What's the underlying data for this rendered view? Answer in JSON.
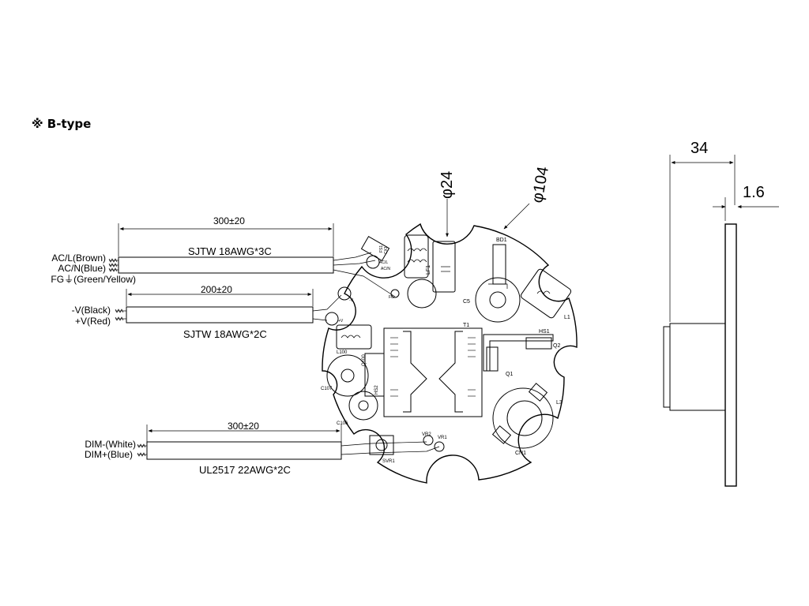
{
  "title": "※ B-type",
  "dimensions": {
    "diameter_outer": "φ104",
    "diameter_notch": "φ24",
    "height": "34",
    "thickness": "1.6",
    "cable_ac_length": "300±20",
    "cable_dc_length": "200±20",
    "cable_dim_length": "300±20"
  },
  "cables": {
    "ac_type": "SJTW 18AWG*3C",
    "dc_type": "SJTW 18AWG*2C",
    "dim_type": "UL2517 22AWG*2C"
  },
  "wires": {
    "ac_l": "AC/L(Brown)",
    "ac_n": "AC/N(Blue)",
    "fg": "FG⏚(Green/Yellow)",
    "neg_v": "-V(Black)",
    "pos_v": "+V(Red)",
    "dim_neg": "DIM-(White)",
    "dim_pos": "DIM+(Blue)"
  },
  "components": {
    "bd1": "BD1",
    "c5": "C5",
    "l1": "L1",
    "lf1": "LF1",
    "t1": "T1",
    "hs1": "HS1",
    "q2": "Q2",
    "q1": "Q1",
    "l3": "L3",
    "cn1": "CN1",
    "l100": "L100",
    "c107": "C107",
    "c106": "C106",
    "hs2": "HS2",
    "q100": "Q100",
    "vr2": "VR2",
    "vr1": "VR1",
    "svr1": "SVR1",
    "fg_pad": "FG",
    "neg_pad": "-V",
    "pos_pad": "+V",
    "acl_pad": "AC/L",
    "acn_pad": "AC/N",
    "fs1": "FS1",
    "cx1": "CX1"
  }
}
